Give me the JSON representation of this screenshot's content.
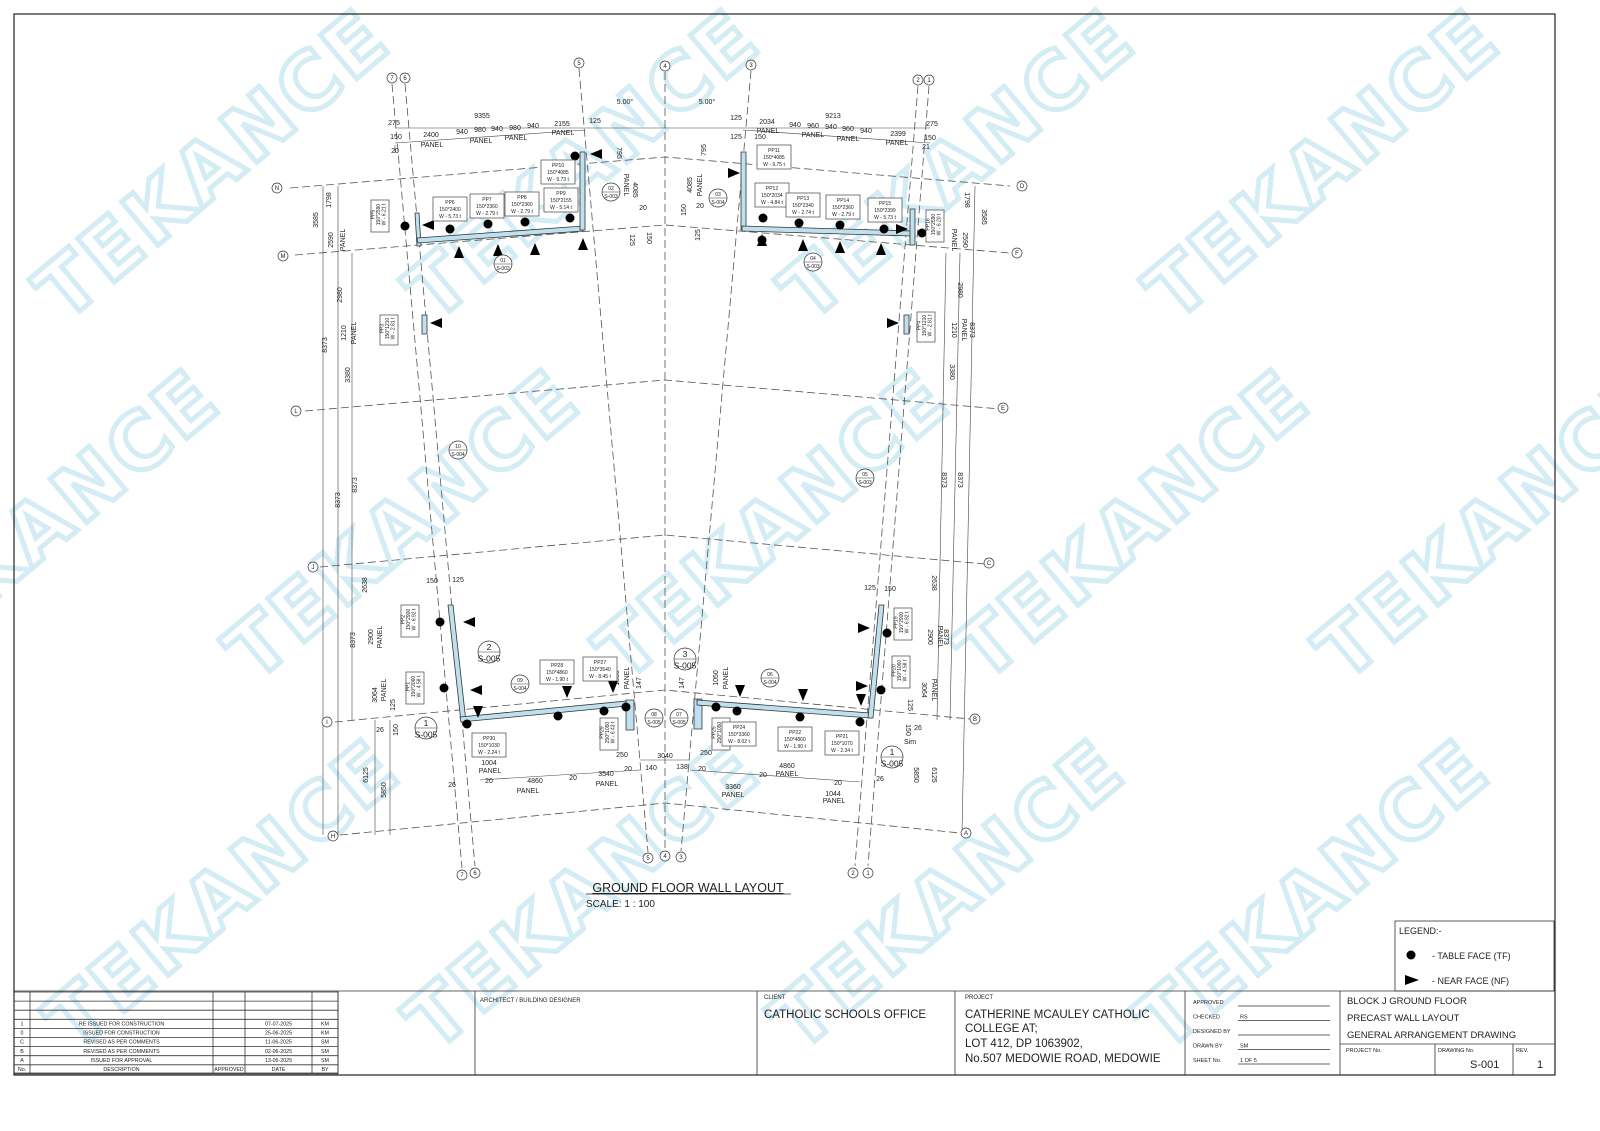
{
  "watermark": "TEKANCE",
  "drawing": {
    "title": "GROUND FLOOR WALL LAYOUT",
    "scale": "SCALE:  1 : 100",
    "grid_left": [
      "N",
      "M",
      "L",
      "J",
      "I",
      "H"
    ],
    "grid_right": [
      "D",
      "F",
      "E",
      "C",
      "B",
      "A"
    ],
    "grid_top": [
      "7",
      "6",
      "5",
      "4",
      "3",
      "2",
      "1"
    ],
    "grid_bottom": [
      "7",
      "6",
      "5",
      "4",
      "3",
      "2",
      "1"
    ],
    "dims": [
      "9355",
      "5.00°",
      "5.00°",
      "9213",
      "275",
      "125",
      "125",
      "275",
      "150",
      "2400",
      "PANEL",
      "940",
      "980",
      "940",
      "980",
      "940",
      "2155",
      "PANEL",
      "PANEL",
      "PANEL",
      "20",
      "125",
      "150",
      "2034",
      "PANEL",
      "940",
      "960",
      "940",
      "960",
      "940",
      "2399",
      "PANEL",
      "PANEL",
      "PANEL",
      "150",
      "21",
      "3585",
      "1798",
      "2590",
      "PANEL",
      "2980",
      "8373",
      "1210",
      "PANEL",
      "3380",
      "8373",
      "8373",
      "2638",
      "8373",
      "2900",
      "PANEL",
      "3064",
      "PANEL",
      "125",
      "150",
      "26",
      "6125",
      "5850",
      "3585",
      "1798",
      "2590",
      "PANEL",
      "2980",
      "1210",
      "PANEL",
      "8373",
      "3380",
      "8373",
      "8373",
      "2638",
      "2900",
      "PANEL",
      "8373",
      "3064",
      "PANEL",
      "125",
      "150",
      "26",
      "6125",
      "5850",
      "4085",
      "PANEL",
      "795",
      "20",
      "125",
      "150",
      "4085",
      "PANEL",
      "795",
      "150",
      "20",
      "125",
      "150",
      "125",
      "125",
      "150",
      "1050",
      "PANEL",
      "147",
      "147",
      "1050",
      "PANEL",
      "250",
      "250",
      "3040",
      "20",
      "140",
      "138",
      "20",
      "1004",
      "PANEL",
      "20",
      "26",
      "4860",
      "20",
      "3540",
      "PANEL",
      "PANEL",
      "4860",
      "PANEL",
      "20",
      "3360",
      "PANEL",
      "20",
      "1044",
      "PANEL",
      "26",
      "Sim"
    ],
    "panels": [
      {
        "id": "PP5",
        "size": "150*2590",
        "weight": "W - 6.21 t"
      },
      {
        "id": "PP6",
        "size": "150*2400",
        "weight": "W - 5.73 t"
      },
      {
        "id": "PP7",
        "size": "150*2360",
        "weight": "W - 2.79 t"
      },
      {
        "id": "PP8",
        "size": "150*2360",
        "weight": "W - 2.79 t"
      },
      {
        "id": "PP9",
        "size": "150*2155",
        "weight": "W - 5.14 t"
      },
      {
        "id": "PP10",
        "size": "150*4085",
        "weight": "W - 9.73 t"
      },
      {
        "id": "PP11",
        "size": "150*4085",
        "weight": "W - 9.75 t"
      },
      {
        "id": "PP12",
        "size": "150*2034",
        "weight": "W - 4.84 t"
      },
      {
        "id": "PP13",
        "size": "150*2340",
        "weight": "W - 2.74 t"
      },
      {
        "id": "PP14",
        "size": "150*2360",
        "weight": "W - 2.79 t"
      },
      {
        "id": "PP15",
        "size": "150*2399",
        "weight": "W - 5.73 t"
      },
      {
        "id": "PP16",
        "size": "150*2590",
        "weight": "W - 6.20 t"
      },
      {
        "id": "PP3",
        "size": "150*1210",
        "weight": "W - 2.81 t"
      },
      {
        "id": "PP4",
        "size": "150*1210",
        "weight": "W - 2.81 t"
      },
      {
        "id": "PP2",
        "size": "150*2900",
        "weight": "W - 6.92 t"
      },
      {
        "id": "PP1",
        "size": "150*2060",
        "weight": "W - 4.58 t"
      },
      {
        "id": "PP30",
        "size": "150*1030",
        "weight": "W - 2.24 t"
      },
      {
        "id": "PP28",
        "size": "150*4860",
        "weight": "W - 1.90 t"
      },
      {
        "id": "PP27",
        "size": "150*3540",
        "weight": "W - 8.45 t"
      },
      {
        "id": "PP29",
        "size": "250*1050",
        "weight": "W - 6.43 t"
      },
      {
        "id": "PP25",
        "size": "250*1050",
        "weight": "W - 6.43 t"
      },
      {
        "id": "PP24",
        "size": "150*3360",
        "weight": "W - 8.02 t"
      },
      {
        "id": "PP22",
        "size": "150*4860",
        "weight": "W - 1.90 t"
      },
      {
        "id": "PP21",
        "size": "150*1070",
        "weight": "W - 2.34 t"
      },
      {
        "id": "PP19",
        "size": "150*2900",
        "weight": "W - 6.92 t"
      },
      {
        "id": "PP20",
        "size": "150*1060",
        "weight": "W - 4.58 t"
      }
    ],
    "sections": [
      {
        "num": "02",
        "ref": "S-003"
      },
      {
        "num": "01",
        "ref": "S-003"
      },
      {
        "num": "03",
        "ref": "S-004"
      },
      {
        "num": "04",
        "ref": "S-003"
      },
      {
        "num": "10",
        "ref": "S-004"
      },
      {
        "num": "05",
        "ref": "S-003"
      },
      {
        "num": "09",
        "ref": "S-004"
      },
      {
        "num": "06",
        "ref": "S-004"
      },
      {
        "num": "08",
        "ref": "S-005"
      },
      {
        "num": "07",
        "ref": "S-005"
      },
      {
        "num": "2",
        "ref": "S-005"
      },
      {
        "num": "1",
        "ref": "S-005"
      },
      {
        "num": "3",
        "ref": "S-005"
      },
      {
        "num": "1",
        "ref": "S-005"
      }
    ]
  },
  "legend": {
    "title": "LEGEND:-",
    "items": [
      {
        "icon": "filled-circle",
        "label": "-  TABLE FACE (TF)"
      },
      {
        "icon": "filled-triangle",
        "label": "-  NEAR FACE (NF)"
      }
    ]
  },
  "revisions": {
    "headers": [
      "No.",
      "DESCRIPTION",
      "APPROVED",
      "DATE",
      "BY"
    ],
    "rows": [
      {
        "no": "1",
        "desc": "RE ISSUED FOR CONSTRUCTION",
        "approved": "",
        "date": "07-07-2025",
        "by": "KM"
      },
      {
        "no": "0",
        "desc": "ISSUED FOR CONSTRUCTION",
        "approved": "",
        "date": "25-06-2025",
        "by": "KM"
      },
      {
        "no": "C",
        "desc": "REVISED AS PER COMMENTS",
        "approved": "",
        "date": "11-06-2025",
        "by": "SM"
      },
      {
        "no": "B",
        "desc": "REVISED AS PER COMMENTS",
        "approved": "",
        "date": "02-06-2025",
        "by": "SM"
      },
      {
        "no": "A",
        "desc": "ISSUED FOR APPROVAL",
        "approved": "",
        "date": "13-05-2025",
        "by": "SM"
      }
    ]
  },
  "title_block": {
    "architect_label": "ARCHITECT / BUILDING DESIGNER",
    "client_label": "CLIENT",
    "client": "CATHOLIC SCHOOLS OFFICE",
    "project_label": "PROJECT",
    "project_lines": [
      "CATHERINE MCAULEY CATHOLIC",
      "COLLEGE AT;",
      "LOT 412, DP 1063902,",
      "No.507 MEDOWIE ROAD, MEDOWIE"
    ],
    "signoff": [
      {
        "label": "APPROVED",
        "value": ""
      },
      {
        "label": "CHECKED",
        "value": "RS"
      },
      {
        "label": "DESIGNED BY",
        "value": ""
      },
      {
        "label": "DRAWN BY",
        "value": "SM"
      },
      {
        "label": "SHEET No.",
        "value": "1 OF 5"
      }
    ],
    "title_lines": [
      "BLOCK J GROUND FLOOR",
      "PRECAST WALL LAYOUT",
      "GENERAL ARRANGEMENT DRAWING"
    ],
    "project_no_label": "PROJECT No.",
    "project_no": "",
    "drawing_no_label": "DRAWING No.",
    "drawing_no": "S-001",
    "rev_label": "REV.",
    "rev": "1"
  }
}
